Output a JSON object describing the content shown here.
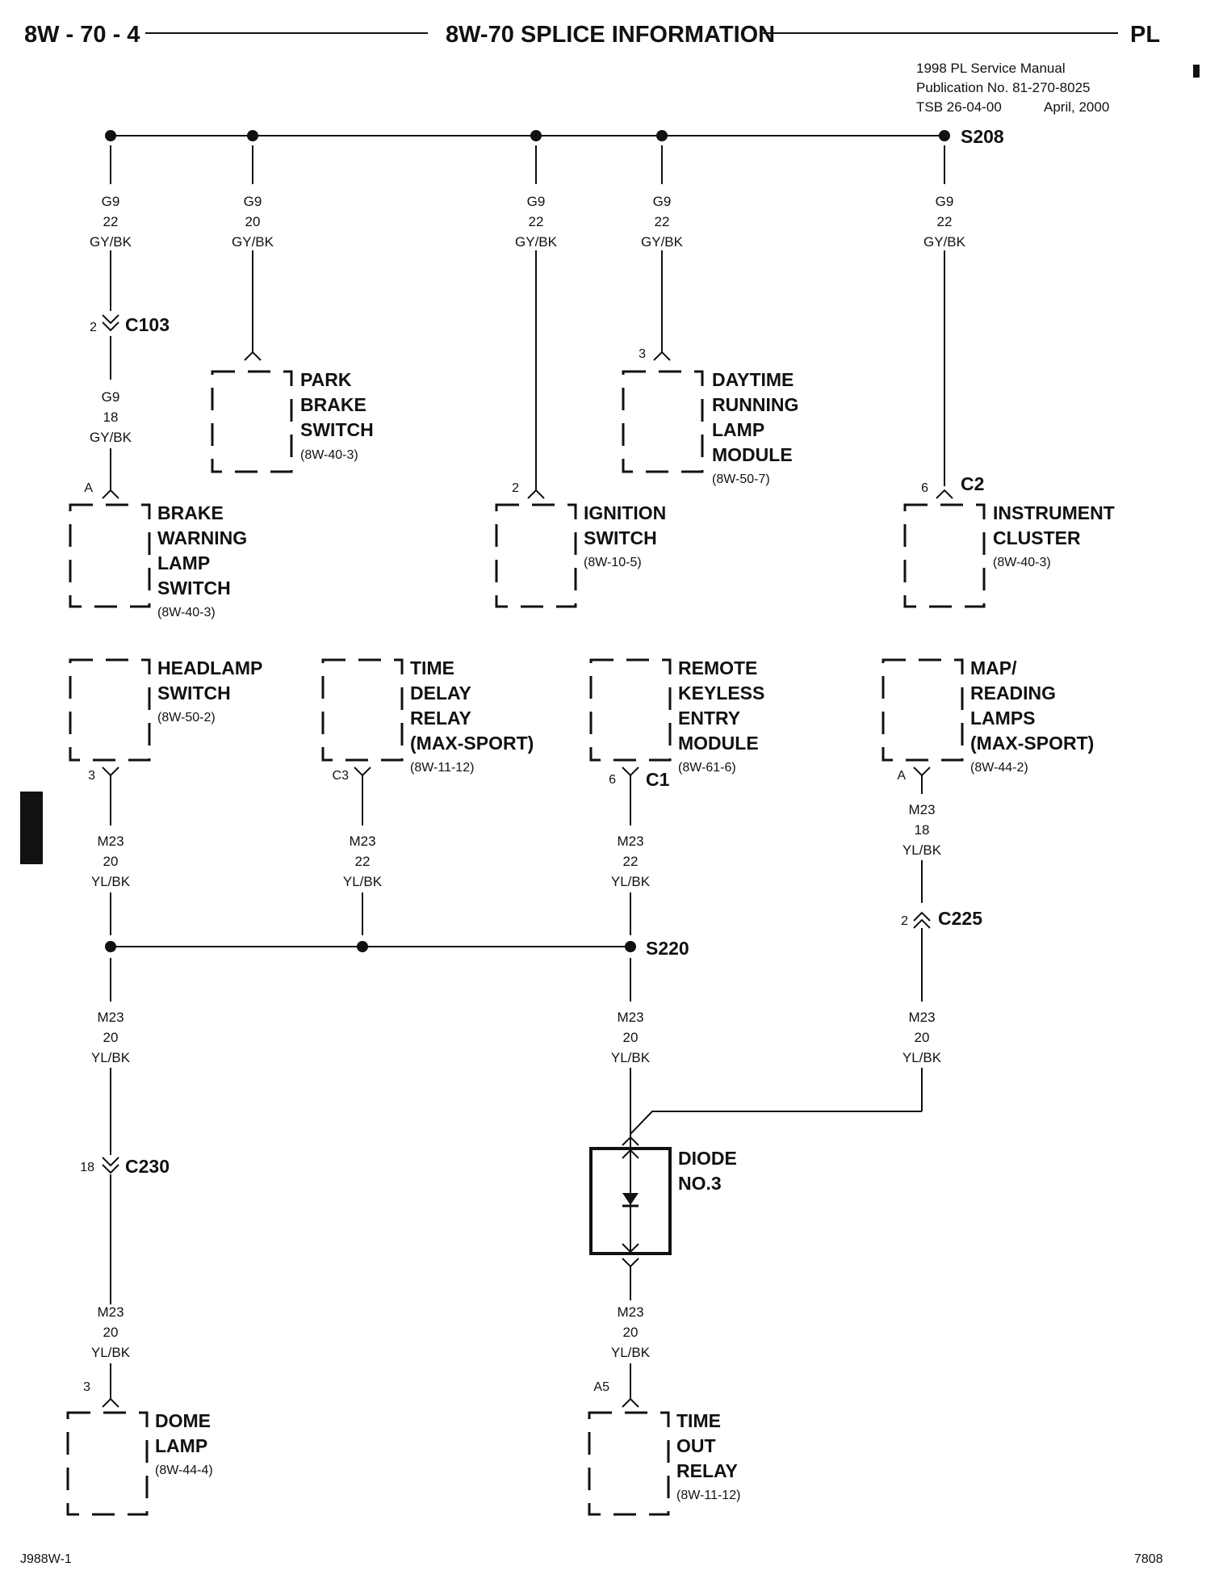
{
  "header": {
    "left": "8W - 70 - 4",
    "title": "8W-70 SPLICE INFORMATION",
    "right": "PL"
  },
  "publication": {
    "line1": "1998 PL Service Manual",
    "line2": "Publication No. 81-270-8025",
    "line3a": "TSB 26-04-00",
    "line3b": "April, 2000"
  },
  "splices": {
    "s208": "S208",
    "s220": "S220"
  },
  "wires": {
    "w1": [
      "G9",
      "22",
      "GY/BK"
    ],
    "w1b": [
      "G9",
      "18",
      "GY/BK"
    ],
    "w2": [
      "G9",
      "20",
      "GY/BK"
    ],
    "w3": [
      "G9",
      "22",
      "GY/BK"
    ],
    "w4": [
      "G9",
      "22",
      "GY/BK"
    ],
    "w5": [
      "G9",
      "22",
      "GY/BK"
    ],
    "m1": [
      "M23",
      "20",
      "YL/BK"
    ],
    "m2": [
      "M23",
      "22",
      "YL/BK"
    ],
    "m3": [
      "M23",
      "22",
      "YL/BK"
    ],
    "m4": [
      "M23",
      "18",
      "YL/BK"
    ],
    "m5": [
      "M23",
      "20",
      "YL/BK"
    ],
    "m6": [
      "M23",
      "20",
      "YL/BK"
    ],
    "m7": [
      "M23",
      "20",
      "YL/BK"
    ],
    "m8": [
      "M23",
      "20",
      "YL/BK"
    ],
    "m9": [
      "M23",
      "20",
      "YL/BK"
    ]
  },
  "connectors": {
    "c103": {
      "pin": "2",
      "name": "C103"
    },
    "c225": {
      "pin": "2",
      "name": "C225"
    },
    "c230": {
      "pin": "18",
      "name": "C230"
    },
    "c2": {
      "pin": "6",
      "name": "C2"
    },
    "c1": {
      "pin": "6",
      "name": "C1"
    },
    "c3": {
      "pin": "C3"
    }
  },
  "pins": {
    "park_brake": "",
    "drl": "3",
    "brake_warning": "A",
    "ignition": "2",
    "headlamp": "3",
    "map_lamps": "A",
    "dome": "3",
    "time_out": "A5"
  },
  "components": {
    "park_brake": {
      "lines": [
        "PARK",
        "BRAKE",
        "SWITCH"
      ],
      "ref": "(8W-40-3)"
    },
    "drl": {
      "lines": [
        "DAYTIME",
        "RUNNING",
        "LAMP",
        "MODULE"
      ],
      "ref": "(8W-50-7)"
    },
    "brake_warning": {
      "lines": [
        "BRAKE",
        "WARNING",
        "LAMP",
        "SWITCH"
      ],
      "ref": "(8W-40-3)"
    },
    "ignition": {
      "lines": [
        "IGNITION",
        "SWITCH"
      ],
      "ref": "(8W-10-5)"
    },
    "cluster": {
      "lines": [
        "INSTRUMENT",
        "CLUSTER"
      ],
      "ref": "(8W-40-3)"
    },
    "headlamp": {
      "lines": [
        "HEADLAMP",
        "SWITCH"
      ],
      "ref": "(8W-50-2)"
    },
    "time_delay": {
      "lines": [
        "TIME",
        "DELAY",
        "RELAY",
        "(MAX-SPORT)"
      ],
      "ref": "(8W-11-12)"
    },
    "rke": {
      "lines": [
        "REMOTE",
        "KEYLESS",
        "ENTRY",
        "MODULE"
      ],
      "ref": "(8W-61-6)"
    },
    "map_lamps": {
      "lines": [
        "MAP/",
        "READING",
        "LAMPS",
        "(MAX-SPORT)"
      ],
      "ref": "(8W-44-2)"
    },
    "diode": {
      "lines": [
        "DIODE",
        "NO.3"
      ]
    },
    "dome": {
      "lines": [
        "DOME",
        "LAMP"
      ],
      "ref": "(8W-44-4)"
    },
    "time_out": {
      "lines": [
        "TIME",
        "OUT",
        "RELAY"
      ],
      "ref": "(8W-11-12)"
    }
  },
  "footer": {
    "left": "J988W-1",
    "right": "7808"
  }
}
